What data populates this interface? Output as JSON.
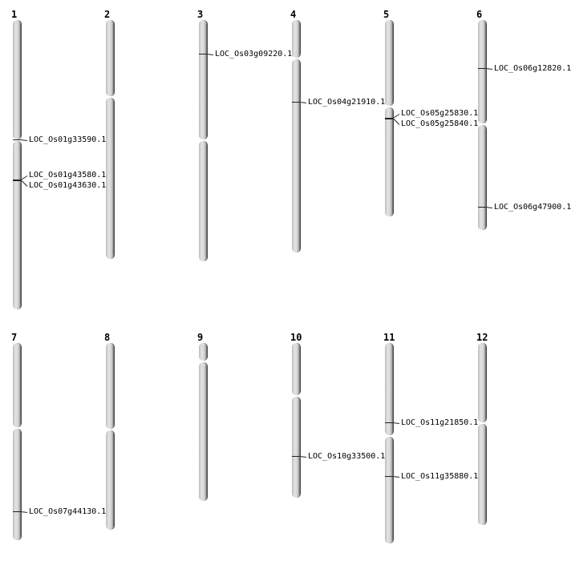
{
  "chromosomes": [
    {
      "name": "1",
      "markers": [
        "LOC_Os01g33590.1",
        "LOC_Os01g43580.1",
        "LOC_Os01g43630.1"
      ]
    },
    {
      "name": "2",
      "markers": []
    },
    {
      "name": "3",
      "markers": [
        "LOC_Os03g09220.1"
      ]
    },
    {
      "name": "4",
      "markers": [
        "LOC_Os04g21910.1"
      ]
    },
    {
      "name": "5",
      "markers": [
        "LOC_Os05g25830.1",
        "LOC_Os05g25840.1"
      ]
    },
    {
      "name": "6",
      "markers": [
        "LOC_Os06g12820.1",
        "LOC_Os06g47900.1"
      ]
    },
    {
      "name": "7",
      "markers": [
        "LOC_Os07g44130.1"
      ]
    },
    {
      "name": "8",
      "markers": []
    },
    {
      "name": "9",
      "markers": []
    },
    {
      "name": "10",
      "markers": [
        "LOC_Os10g33500.1"
      ]
    },
    {
      "name": "11",
      "markers": [
        "LOC_Os11g21850.1",
        "LOC_Os11g35880.1"
      ]
    },
    {
      "name": "12",
      "markers": []
    }
  ]
}
